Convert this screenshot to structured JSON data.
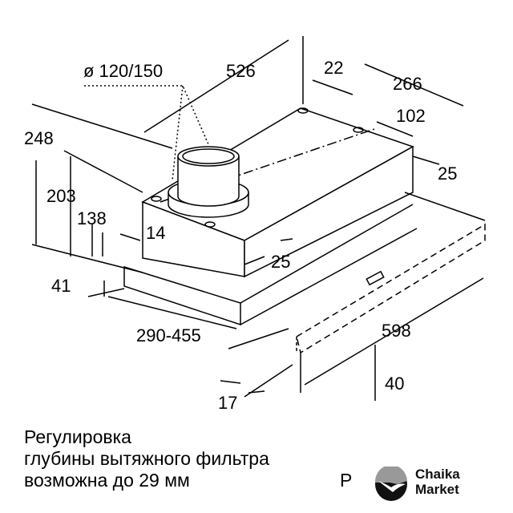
{
  "dimensions": {
    "duct_diameter": "ø 120/150",
    "d526": "526",
    "d22": "22",
    "d266": "266",
    "d248": "248",
    "d102": "102",
    "d25_top": "25",
    "d203": "203",
    "d138": "138",
    "d14": "14",
    "d25_front": "25",
    "d41": "41",
    "d290_455": "290-455",
    "d598": "598",
    "d40": "40",
    "d17": "17"
  },
  "caption": {
    "line1": "Регулировка",
    "line2": "глубины вытяжного фильтра",
    "line3": "возможна до 29 мм"
  },
  "p_label": "P",
  "logo": {
    "line1": "Chaika",
    "line2": "Market"
  }
}
